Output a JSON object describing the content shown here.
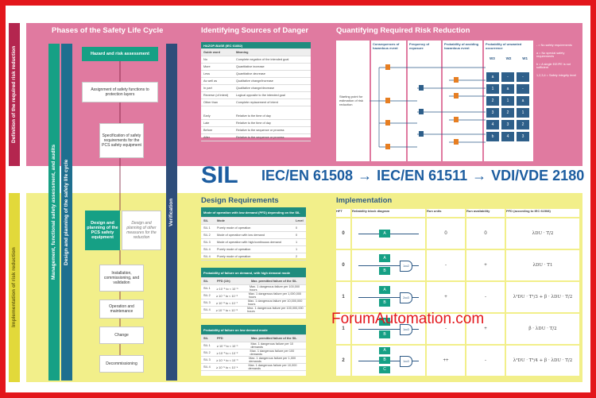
{
  "side_labels": {
    "top": "Definition of the required risk reduction",
    "bottom": "Implementation of risk reduction",
    "management": "Management, functional safety assessment, and audits",
    "design": "Design and planning of the safety life cycle",
    "verification": "Verification"
  },
  "phases": {
    "title": "Phases of the Safety Life Cycle",
    "steps": [
      "Hazard and risk assessment",
      "Assignment of safety functions to protection layers",
      "Specification of safety requirements for the PCS safety equipment",
      "Design and planning of the PCS safety equipment",
      "Design and planning of other measures for the reduction",
      "Installation, commissioning, and validation",
      "Operation and maintenance",
      "Change",
      "Decommissioning"
    ]
  },
  "danger": {
    "title": "Identifying Sources of Danger",
    "table_title": "HAZOP-BASE (IEC 61882)",
    "headers": [
      "Guide word",
      "Meaning"
    ],
    "rows": [
      [
        "No",
        "Complete negation of the intended goal"
      ],
      [
        "More",
        "Quantitative increase"
      ],
      [
        "Less",
        "Quantitative decrease"
      ],
      [
        "As well as",
        "Qualitative change/increase"
      ],
      [
        "In part",
        "Qualitative change/decrease"
      ],
      [
        "Reverse (of intent)",
        "Logical opposite to the intended goal"
      ],
      [
        "Other than",
        "Complete replacement of intent"
      ],
      [
        "Early",
        "Relative to the time of day"
      ],
      [
        "Late",
        "Relative to the time of day"
      ],
      [
        "Before",
        "Relative to the sequence or process"
      ],
      [
        "After",
        "Relative to the sequence or process"
      ]
    ]
  },
  "risk": {
    "title": "Quantifying Required Risk Reduction",
    "columns": [
      "Consequences of hazardous event",
      "Frequency of exposure",
      "Probability of avoiding hazardous event",
      "Probability of unwanted occurrence"
    ],
    "start_note": "Starting point for estimation of risk reduction",
    "w_labels": [
      "W3",
      "W2",
      "W1"
    ],
    "matrix": [
      [
        "a",
        "-",
        "-"
      ],
      [
        "1",
        "a",
        "-"
      ],
      [
        "2",
        "1",
        "a"
      ],
      [
        "3",
        "2",
        "1"
      ],
      [
        "4",
        "3",
        "2"
      ],
      [
        "b",
        "4",
        "3"
      ]
    ],
    "legend": [
      "- = No safety requirements",
      "a = No special safety requirements",
      "b = A single E/E/PE is not sufficient",
      "1,2,3,4 = Safety integrity level"
    ]
  },
  "banner": {
    "sil": "SIL",
    "std1": "IEC/EN 61508",
    "std2": "IEC/EN 61511",
    "std3": "VDI/VDE 2180",
    "arrow": "→"
  },
  "design": {
    "title": "Design Requirements",
    "table1_title": "Mode of operation with low demand (PFD) depending on the SIL",
    "table1_headers": [
      "SIL",
      "Mode",
      "Level"
    ],
    "table1_rows": [
      [
        "SIL 1",
        "Purely mode of operation",
        "0"
      ],
      [
        "SIL 2",
        "Mode of operation with low demand",
        "0"
      ],
      [
        "SIL 3",
        "Mode of operation with high/continuous demand",
        "1"
      ],
      [
        "SIL 4",
        "Purely mode of operation",
        "1"
      ],
      [
        "SIL 4",
        "Purely mode of operation",
        "2"
      ]
    ],
    "table2_title": "Probability of failure on demand, with high demand mode",
    "table2_headers": [
      "SIL",
      "PFD (1/h)",
      "Max. permitted failure of the SIL"
    ],
    "table2_rows": [
      [
        "SIL 1",
        "≥ 10⁻⁶ to < 10⁻⁵",
        "Max. 1 dangerous failure per 100,000 hours"
      ],
      [
        "SIL 2",
        "≥ 10⁻⁷ to < 10⁻⁶",
        "Max. 1 dangerous failure per 1,000,000 hours"
      ],
      [
        "SIL 3",
        "≥ 10⁻⁸ to < 10⁻⁷",
        "Max. 1 dangerous failure per 10,000,000 hours"
      ],
      [
        "SIL 4",
        "≥ 10⁻⁹ to < 10⁻⁸",
        "Max. 1 dangerous failure per 100,000,000 hours"
      ]
    ],
    "table3_title": "Probability of failure on low demand mode",
    "table3_headers": [
      "SIL",
      "PFD",
      "Max. permitted failure of the SIL"
    ],
    "table3_rows": [
      [
        "SIL 1",
        "≥ 10⁻² to < 10⁻¹",
        "Max. 1 dangerous failure per 10 demands"
      ],
      [
        "SIL 2",
        "≥ 10⁻³ to < 10⁻²",
        "Max. 1 dangerous failure per 100 demands"
      ],
      [
        "SIL 3",
        "≥ 10⁻⁴ to < 10⁻³",
        "Max. 1 dangerous failure per 1,000 demands"
      ],
      [
        "SIL 4",
        "≥ 10⁻⁵ to < 10⁻⁴",
        "Max. 1 dangerous failure per 10,000 demands"
      ]
    ]
  },
  "implementation": {
    "title": "Implementation",
    "headers": [
      "HFT",
      "Reliability block diagram",
      "Run units",
      "Run availability",
      "PFD (according to IEC 61508)"
    ],
    "rows": [
      {
        "hft": "0",
        "units": "0",
        "avail": "0",
        "formula": "λDU · T/2"
      },
      {
        "hft": "0",
        "units": "-",
        "avail": "+",
        "formula": "λDU · T1"
      },
      {
        "hft": "1",
        "units": "+",
        "avail": "-",
        "formula": "λ²DU · T²/3 + β · λDU · T/2"
      },
      {
        "hft": "1",
        "units": "-",
        "avail": "+",
        "formula": "β · λDU · T/2"
      },
      {
        "hft": "2",
        "units": "++",
        "avail": "-",
        "formula": "λ³DU · T³/4 + β · λDU · T/2"
      }
    ],
    "block_labels": [
      "A",
      "B",
      "C"
    ],
    "vote_labels": [
      "1oo1",
      "1oo2",
      "2oo3",
      "1oo3"
    ]
  },
  "watermark": "ForumAutomation.com",
  "colors": {
    "frame": "#e3161b",
    "top_band": "#e07aa0",
    "bottom_band": "#f2ef8a",
    "green": "#16a085",
    "blue": "#2e5f8a",
    "standards": "#1c5da0"
  }
}
